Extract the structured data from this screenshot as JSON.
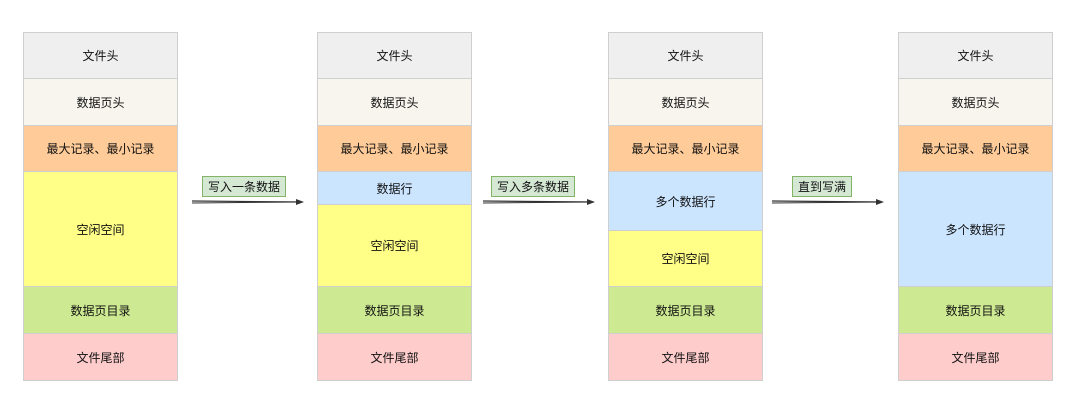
{
  "pages": [
    {
      "segments": [
        {
          "type": "header",
          "label": "文件头"
        },
        {
          "type": "pagehead",
          "label": "数据页头"
        },
        {
          "type": "minmax",
          "label": "最大记录、最小记录"
        },
        {
          "type": "free",
          "label": "空闲空间"
        },
        {
          "type": "dir",
          "label": "数据页目录"
        },
        {
          "type": "trailer",
          "label": "文件尾部"
        }
      ]
    },
    {
      "segments": [
        {
          "type": "header",
          "label": "文件头"
        },
        {
          "type": "pagehead",
          "label": "数据页头"
        },
        {
          "type": "minmax",
          "label": "最大记录、最小记录"
        },
        {
          "type": "row",
          "label": "数据行"
        },
        {
          "type": "free",
          "label": "空闲空间"
        },
        {
          "type": "dir",
          "label": "数据页目录"
        },
        {
          "type": "trailer",
          "label": "文件尾部"
        }
      ]
    },
    {
      "segments": [
        {
          "type": "header",
          "label": "文件头"
        },
        {
          "type": "pagehead",
          "label": "数据页头"
        },
        {
          "type": "minmax",
          "label": "最大记录、最小记录"
        },
        {
          "type": "row",
          "label": "多个数据行"
        },
        {
          "type": "free",
          "label": "空闲空间"
        },
        {
          "type": "dir",
          "label": "数据页目录"
        },
        {
          "type": "trailer",
          "label": "文件尾部"
        }
      ]
    },
    {
      "segments": [
        {
          "type": "header",
          "label": "文件头"
        },
        {
          "type": "pagehead",
          "label": "数据页头"
        },
        {
          "type": "minmax",
          "label": "最大记录、最小记录"
        },
        {
          "type": "row",
          "label": "多个数据行"
        },
        {
          "type": "dir",
          "label": "数据页目录"
        },
        {
          "type": "trailer",
          "label": "文件尾部"
        }
      ]
    }
  ],
  "steps": [
    {
      "label": "写入一条数据"
    },
    {
      "label": "写入多条数据"
    },
    {
      "label": "直到写满"
    }
  ],
  "colors": {
    "header": "#efefef",
    "pagehead": "#f7f5ee",
    "minmax": "#ffcc99",
    "free": "#ffff88",
    "row": "#cce5ff",
    "dir": "#cde992",
    "trailer": "#ffcccc",
    "step_label_bg": "#d5e8d4",
    "step_label_border": "#82b366"
  }
}
